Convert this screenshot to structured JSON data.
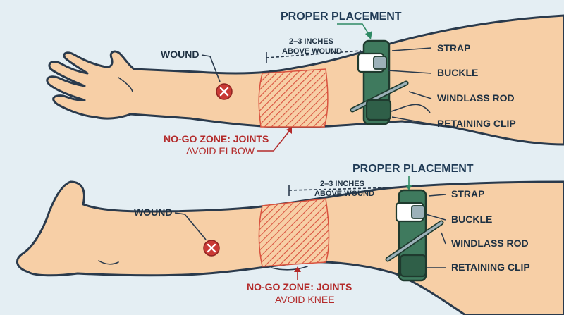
{
  "arm": {
    "title": "PROPER PLACEMENT",
    "distance_line1": "2–3 INCHES",
    "distance_line2": "ABOVE WOUND",
    "wound_label": "WOUND",
    "strap_label": "STRAP",
    "buckle_label": "BUCKLE",
    "windlass_label": "WINDLASS ROD",
    "clip_label": "RETAINING CLIP",
    "nogo_label": "NO-GO ZONE: JOINTS",
    "avoid_label": "AVOID ELBOW"
  },
  "leg": {
    "title": "PROPER PLACEMENT",
    "distance_line1": "2–3 INCHES",
    "distance_line2": "ABOVE WOUND",
    "wound_label": "WOUND",
    "strap_label": "STRAP",
    "buckle_label": "BUCKLE",
    "windlass_label": "WINDLASS ROD",
    "clip_label": "RETAINING CLIP",
    "nogo_label": "NO-GO ZONE: JOINTS",
    "avoid_label": "AVOID KNEE"
  },
  "colors": {
    "background": "#e4eef3",
    "skin": "#f7cfa6",
    "tourniquet": "#3f7a5e",
    "danger": "#b32a2a",
    "accent": "#2f8a64",
    "outline": "#2a3a4c"
  }
}
